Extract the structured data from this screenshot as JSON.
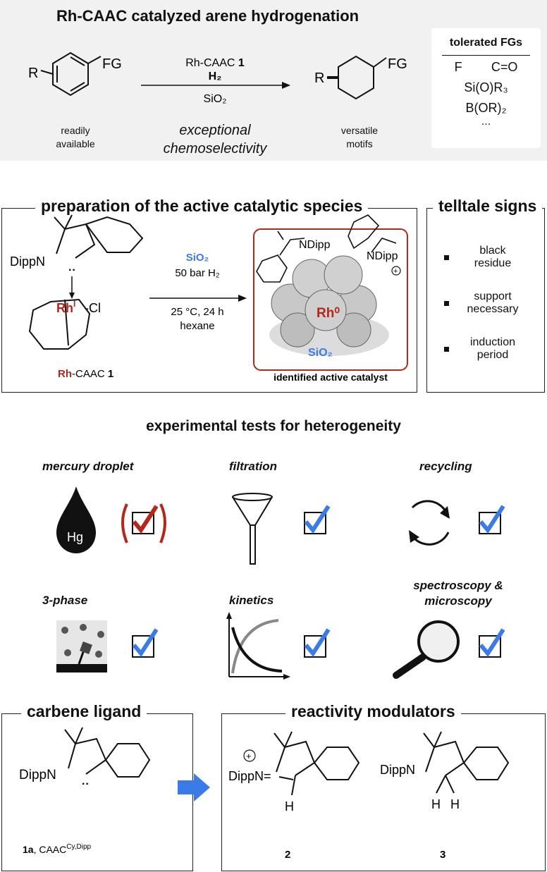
{
  "header": {
    "title": "Rh-CAAC catalyzed arene hydrogenation",
    "reactant_fg": "FG",
    "reactant_r": "R",
    "product_fg": "FG",
    "product_r": "R",
    "reagent_line1": "Rh-CAAC 1",
    "reagent_line2": "H₂",
    "reagent_line3": "SiO₂",
    "reactant_caption": "readily available",
    "middle_caption": "exceptional chemoselectivity",
    "product_caption": "versatile motifs",
    "tolerated": {
      "title": "tolerated FGs",
      "items": [
        "F",
        "C=O",
        "Si(O)R₃",
        "B(OR)₂",
        "..."
      ]
    }
  },
  "preparation": {
    "title": "preparation of the active catalytic species",
    "dipp_n": "DippN",
    "rh": "Rh",
    "rh_ox": "I",
    "cl": "-Cl",
    "complex_label_rh": "Rh",
    "complex_label_rest": "-CAAC 1",
    "cond_sio2": "SiO₂",
    "cond_pressure": "50 bar H₂",
    "cond_temp": "25 °C, 24 h",
    "cond_solvent": "hexane",
    "ndipp_left": "NDipp",
    "ndipp_right": "NDipp",
    "rh0": "Rh⁰",
    "support": "SiO₂",
    "active_label": "identified active catalyst"
  },
  "telltale": {
    "title": "telltale signs",
    "items": [
      "black residue",
      "support necessary",
      "induction period"
    ]
  },
  "tests": {
    "title": "experimental tests for heterogeneity",
    "items": [
      {
        "label": "mercury droplet",
        "icon": "mercury-drop-icon",
        "hg": "Hg",
        "check": "red-check-in-parentheses"
      },
      {
        "label": "filtration",
        "icon": "funnel-icon",
        "check": "blue-check"
      },
      {
        "label": "recycling",
        "icon": "recycle-arrows-icon",
        "check": "blue-check"
      },
      {
        "label": "3-phase",
        "icon": "three-phase-icon",
        "check": "blue-check"
      },
      {
        "label": "kinetics",
        "icon": "kinetics-plot-icon",
        "check": "blue-check"
      },
      {
        "label": "spectroscopy & microscopy",
        "icon": "magnifier-icon",
        "check": "blue-check"
      }
    ]
  },
  "ligand": {
    "title": "carbene ligand",
    "dipp_n": "DippN",
    "label_bold": "1a",
    "label_text": ", CAAC",
    "label_sup": "Cy,Dipp"
  },
  "modulators": {
    "title": "reactivity modulators",
    "cmpd2_dippn": "DippN",
    "cmpd2_h": "H",
    "cmpd2_label": "2",
    "cmpd3_dippn": "DippN",
    "cmpd3_h1": "H",
    "cmpd3_h2": "H",
    "cmpd3_label": "3"
  },
  "colors": {
    "red": "#b5271b",
    "blue": "#3b7be8",
    "header_bg": "#f1f1f1"
  }
}
